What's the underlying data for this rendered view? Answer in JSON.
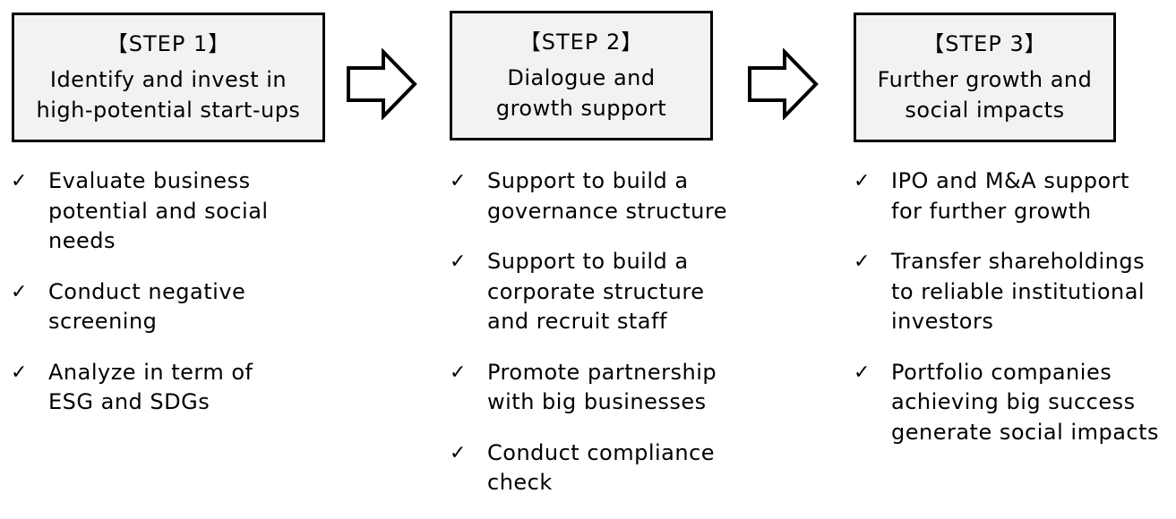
{
  "steps": [
    {
      "label": "【STEP 1】",
      "title": "Identify and invest in high-potential start-ups",
      "items": [
        "Evaluate business potential and social needs",
        "Conduct negative screening",
        "Analyze in term of ESG and SDGs"
      ]
    },
    {
      "label": "【STEP 2】",
      "title": "Dialogue and growth support",
      "items": [
        "Support to build a governance structure",
        "Support to build a corporate structure and recruit staff",
        "Promote partnership with big businesses",
        "Conduct compliance check"
      ]
    },
    {
      "label": "【STEP 3】",
      "title": "Further growth and social impacts",
      "items": [
        "IPO and M&A support for further growth",
        "Transfer shareholdings to reliable institutional investors",
        "Portfolio companies achieving big success generate social impacts"
      ]
    }
  ],
  "check_mark": "✓",
  "colors": {
    "box_fill": "#f2f2f2",
    "border": "#000000",
    "text": "#000000"
  },
  "icons": {
    "arrow": "right-arrow-outline-icon",
    "check": "check-icon"
  }
}
